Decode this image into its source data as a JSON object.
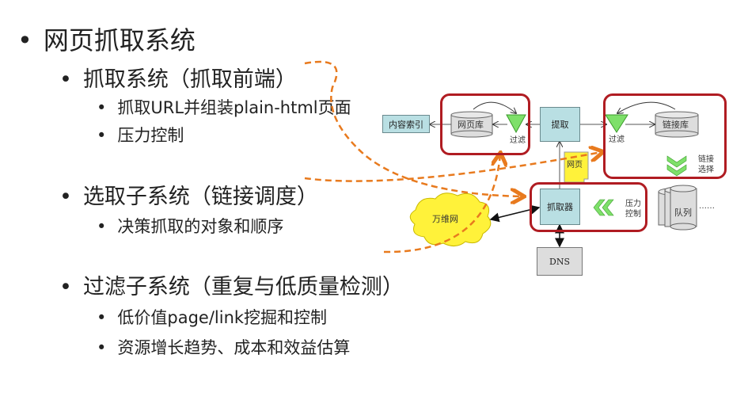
{
  "bullets": {
    "title": "网页抓取系统",
    "s1": "抓取系统（抓取前端）",
    "s1a": "抓取URL并组装plain-html页面",
    "s1b": "压力控制",
    "s2": "选取子系统（链接调度）",
    "s2a": "决策抓取的对象和顺序",
    "s3": "过滤子系统（重复与低质量检测）",
    "s3a": "低价值page/link挖掘和控制",
    "s3b": "资源增长趋势、成本和效益估算"
  },
  "diagram": {
    "content_index": "内容索引",
    "page_db": "网页库",
    "filter1": "过滤",
    "extract": "提取",
    "filter2": "过滤",
    "link_db": "链接库",
    "link_select_1": "链接",
    "link_select_2": "选择",
    "webpage": "网页",
    "fetcher": "抓取器",
    "pressure_1": "压力",
    "pressure_2": "控制",
    "queue": "队列",
    "dots": "……",
    "www": "万维网",
    "dns": "DNS"
  },
  "colors": {
    "accent_red": "#b01c22",
    "dash_orange": "#e87a1e",
    "box_teal": "#b9dfe3",
    "filter_green": "#7ee06a"
  }
}
